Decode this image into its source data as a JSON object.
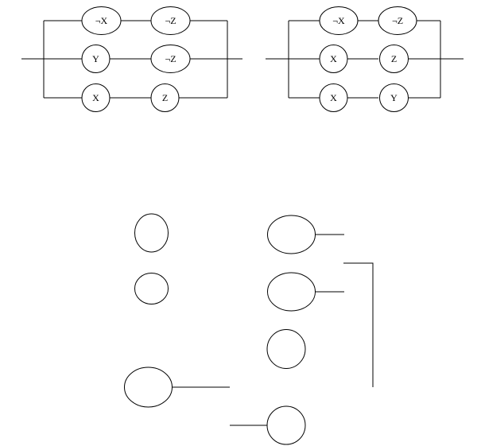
{
  "circuits": [
    {
      "id": "left",
      "branches": [
        [
          "¬X",
          "¬Z"
        ],
        [
          "Y",
          "¬Z"
        ],
        [
          "X",
          "Z"
        ]
      ]
    },
    {
      "id": "right",
      "branches": [
        [
          "¬X",
          "¬Z"
        ],
        [
          "X",
          "Z"
        ],
        [
          "X",
          "Y"
        ]
      ]
    }
  ],
  "colors": {
    "stroke": "#000000",
    "background": "#ffffff"
  }
}
